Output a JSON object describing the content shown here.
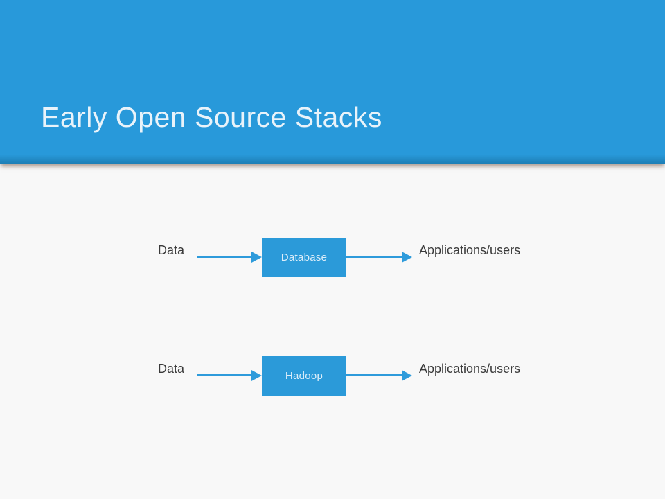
{
  "slide": {
    "title": "Early Open Source Stacks"
  },
  "diagram": {
    "rows": [
      {
        "input": "Data",
        "process": "Database",
        "output": "Applications/users"
      },
      {
        "input": "Data",
        "process": "Hadoop",
        "output": "Applications/users"
      }
    ]
  },
  "colors": {
    "header_blue": "#2899DA",
    "box_blue": "#2B9AD9",
    "arrow_blue": "#2E9BDB",
    "body_bg": "#F8F8F8",
    "title_color": "#E9F3FA",
    "label_color": "#3A3A3A"
  }
}
